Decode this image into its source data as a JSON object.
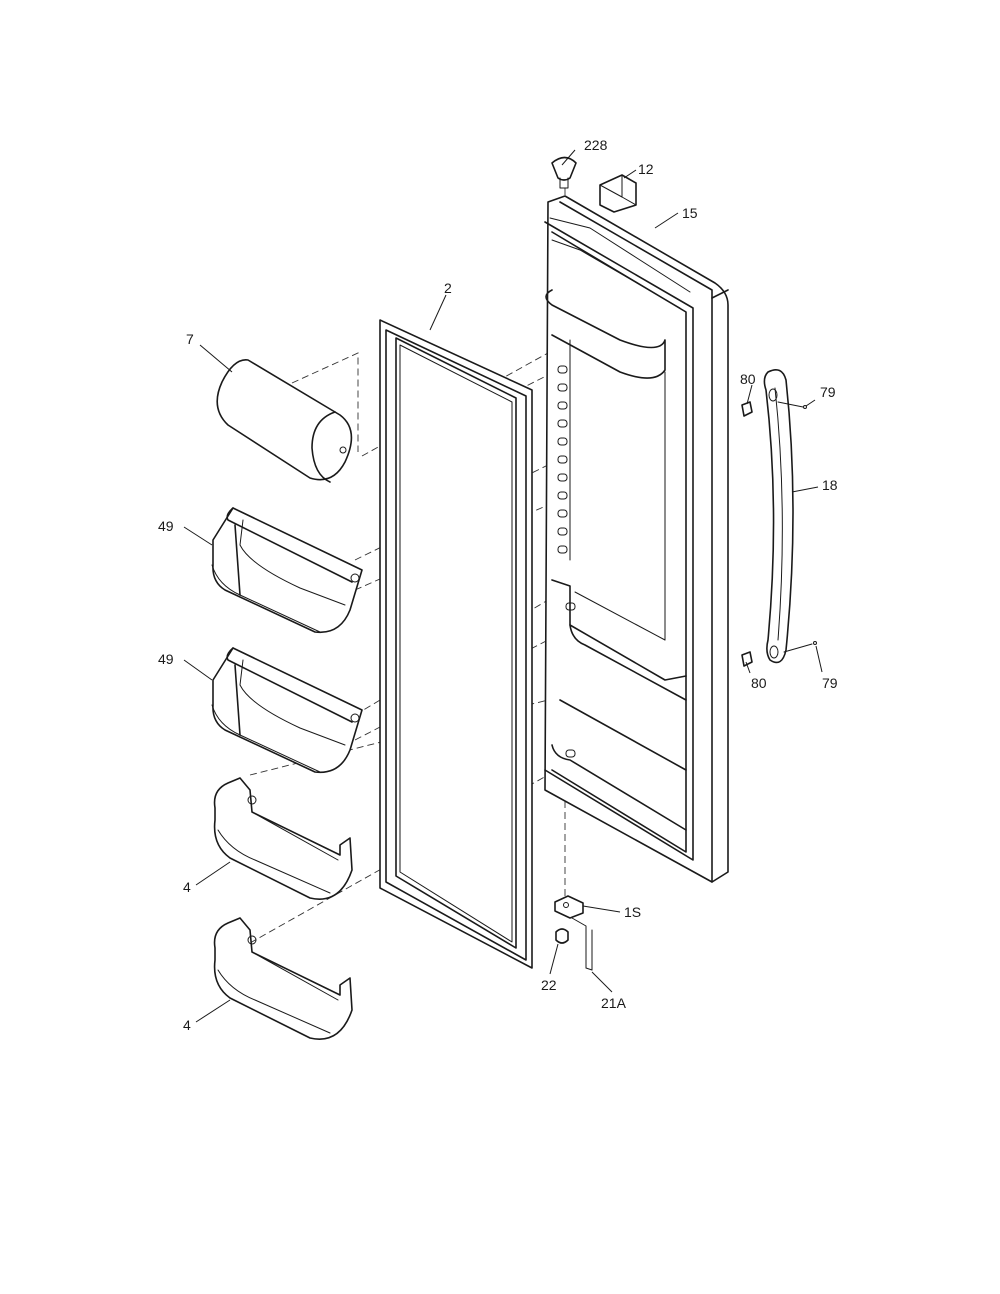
{
  "callouts": {
    "p228": "228",
    "p12": "12",
    "p15": "15",
    "p2": "2",
    "p7": "7",
    "p80a": "80",
    "p79a": "79",
    "p18": "18",
    "p49a": "49",
    "p49b": "49",
    "p80b": "80",
    "p79b": "79",
    "p4a": "4",
    "p4b": "4",
    "p1S": "1S",
    "p22": "22",
    "p21A": "21A"
  }
}
